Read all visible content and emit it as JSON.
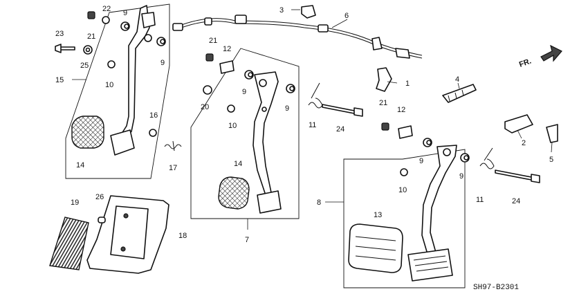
{
  "diagram": {
    "code": "SH97-B2301",
    "direction_arrow": "FR.",
    "callouts": [
      {
        "id": "c1",
        "text": "1"
      },
      {
        "id": "c2",
        "text": "2"
      },
      {
        "id": "c3",
        "text": "3"
      },
      {
        "id": "c4",
        "text": "4"
      },
      {
        "id": "c5",
        "text": "5"
      },
      {
        "id": "c6",
        "text": "6"
      },
      {
        "id": "c7",
        "text": "7"
      },
      {
        "id": "c8",
        "text": "8"
      },
      {
        "id": "c9a",
        "text": "9"
      },
      {
        "id": "c9b",
        "text": "9"
      },
      {
        "id": "c9c",
        "text": "9"
      },
      {
        "id": "c9d",
        "text": "9"
      },
      {
        "id": "c9e",
        "text": "9"
      },
      {
        "id": "c9f",
        "text": "9"
      },
      {
        "id": "c10a",
        "text": "10"
      },
      {
        "id": "c10b",
        "text": "10"
      },
      {
        "id": "c10c",
        "text": "10"
      },
      {
        "id": "c11a",
        "text": "11"
      },
      {
        "id": "c11b",
        "text": "11"
      },
      {
        "id": "c12a",
        "text": "12"
      },
      {
        "id": "c12b",
        "text": "12"
      },
      {
        "id": "c13",
        "text": "13"
      },
      {
        "id": "c14a",
        "text": "14"
      },
      {
        "id": "c14b",
        "text": "14"
      },
      {
        "id": "c15",
        "text": "15"
      },
      {
        "id": "c16",
        "text": "16"
      },
      {
        "id": "c17",
        "text": "17"
      },
      {
        "id": "c18",
        "text": "18"
      },
      {
        "id": "c19",
        "text": "19"
      },
      {
        "id": "c20",
        "text": "20"
      },
      {
        "id": "c21a",
        "text": "21"
      },
      {
        "id": "c21b",
        "text": "21"
      },
      {
        "id": "c21c",
        "text": "21"
      },
      {
        "id": "c22",
        "text": "22"
      },
      {
        "id": "c23",
        "text": "23"
      },
      {
        "id": "c24a",
        "text": "24"
      },
      {
        "id": "c24b",
        "text": "24"
      },
      {
        "id": "c25",
        "text": "25"
      },
      {
        "id": "c26",
        "text": "26"
      }
    ]
  }
}
